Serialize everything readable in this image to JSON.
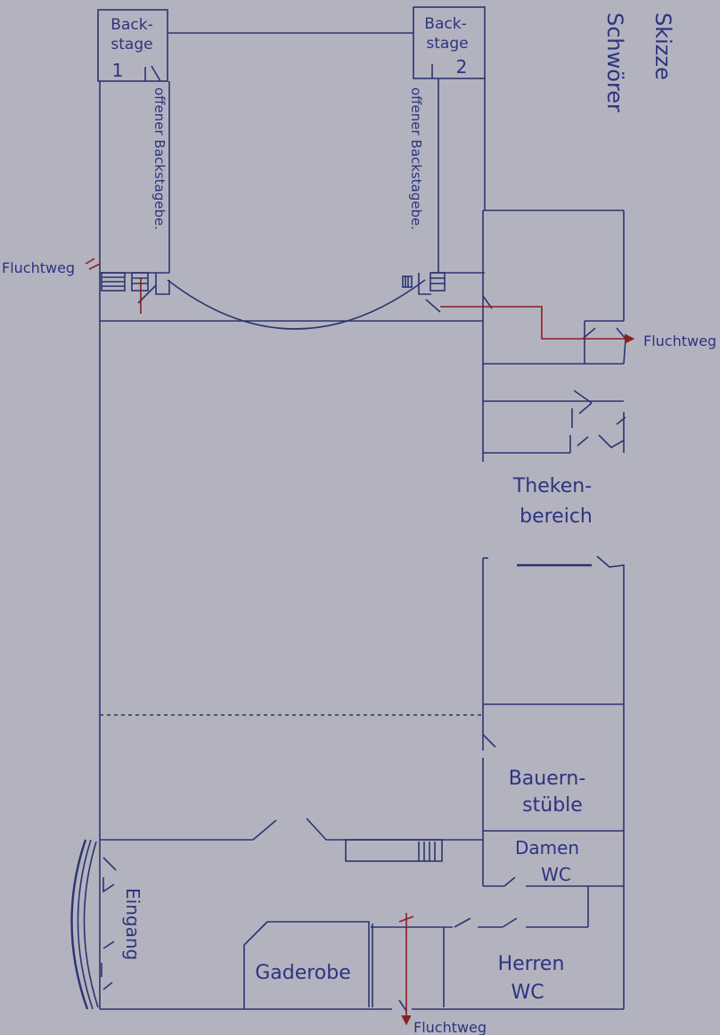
{
  "title": {
    "line1": "Skizze",
    "line2": "Schwörer"
  },
  "rooms": {
    "backstage1": {
      "line1": "Back-",
      "line2": "stage",
      "number": "1"
    },
    "backstage2": {
      "line1": "Back-",
      "line2": "stage",
      "number": "2"
    },
    "theken": {
      "line1": "Theken-",
      "line2": "bereich"
    },
    "bauern": {
      "line1": "Bauern-",
      "line2": "stüble"
    },
    "damen": {
      "line1": "Damen",
      "line2": "WC"
    },
    "herren": {
      "line1": "Herren",
      "line2": "WC"
    },
    "gaderobe": "Gaderobe",
    "eingang": "Eingang"
  },
  "corridor_label": "offener Backstagebe.",
  "exits": {
    "left": "Fluchtweg",
    "right": "Fluchtweg",
    "bottom": "Fluchtweg"
  },
  "colors": {
    "paper": "#b3b3bf",
    "ink": "#2c3470",
    "escape_route": "#8a1f1f"
  }
}
